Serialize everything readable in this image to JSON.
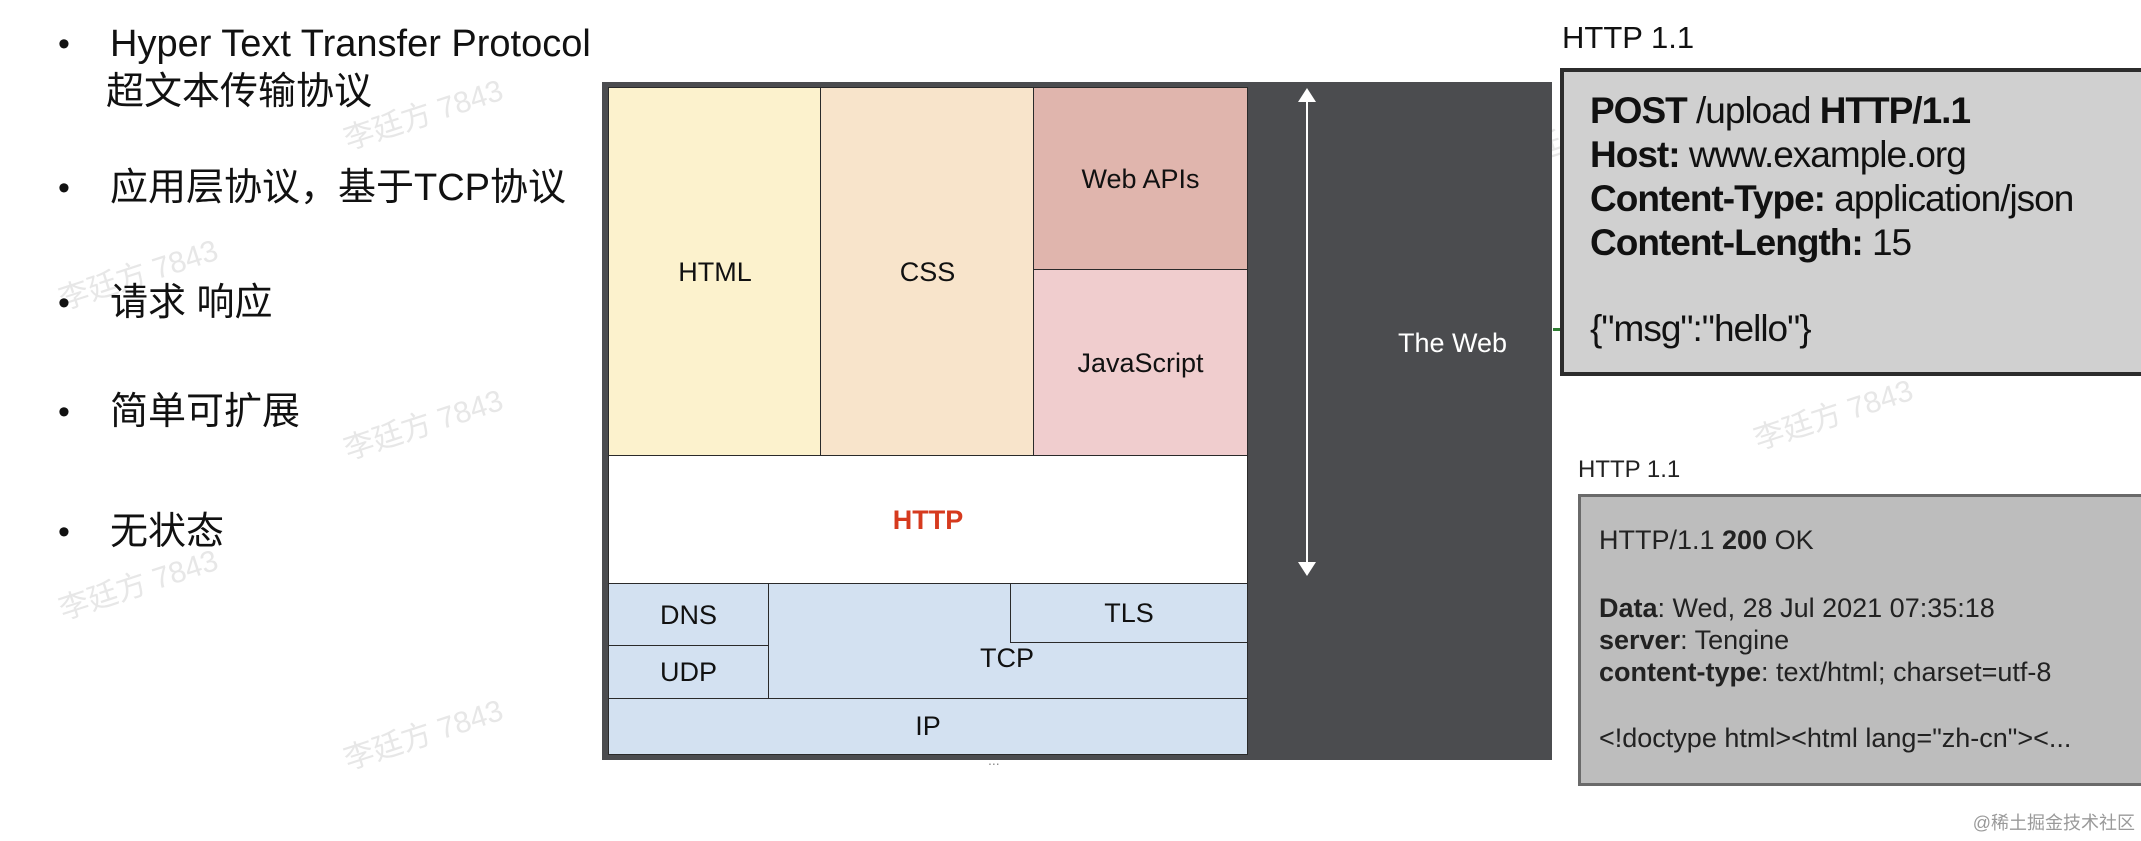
{
  "bullets": [
    {
      "text": "Hyper Text Transfer Protocol",
      "sub": "超文本传输协议"
    },
    {
      "text": "应用层协议，基于TCP协议"
    },
    {
      "text": "请求 响应"
    },
    {
      "text": "简单可扩展"
    },
    {
      "text": "无状态"
    }
  ],
  "bullet_symbol": "•",
  "stack": {
    "html": "HTML",
    "css": "CSS",
    "web_apis": "Web APIs",
    "javascript": "JavaScript",
    "http": "HTTP",
    "dns": "DNS",
    "udp": "UDP",
    "tcp": "TCP",
    "tls": "TLS",
    "ip": "IP",
    "web": "The Web",
    "ellipsis": "...",
    "colors": {
      "html": "#fcf2cd",
      "css": "#f8e4cb",
      "web_apis": "#e0b5ad",
      "javascript": "#f0cdce",
      "http": "#ffffff",
      "http_text": "#d63a1e",
      "network": "#d3e1f1",
      "web_bg": "#4b4c4f"
    }
  },
  "request": {
    "title": "HTTP 1.1",
    "method": "POST",
    "path": " /upload ",
    "version": "HTTP/1.1",
    "host_key": "Host:",
    "host_val": " www.example.org",
    "ctype_key": "Content-Type:",
    "ctype_val": " application/json",
    "clen_key": "Content-Length:",
    "clen_val": " 15",
    "body": "{\"msg\":\"hello\"}"
  },
  "response": {
    "title": "HTTP 1.1",
    "status_prefix": "HTTP/1.1 ",
    "status_code": "200",
    "status_text": " OK",
    "date_key": "Data",
    "date_val": ": Wed, 28 Jul 2021 07:35:18",
    "server_key": "server",
    "server_val": ": Tengine",
    "ctype_key": "content-type",
    "ctype_val": ": text/html; charset=utf-8",
    "body": "<!doctype html><html lang=\"zh-cn\"><..."
  },
  "watermark": "李廷方 7843",
  "footer": "@稀土掘金技术社区"
}
